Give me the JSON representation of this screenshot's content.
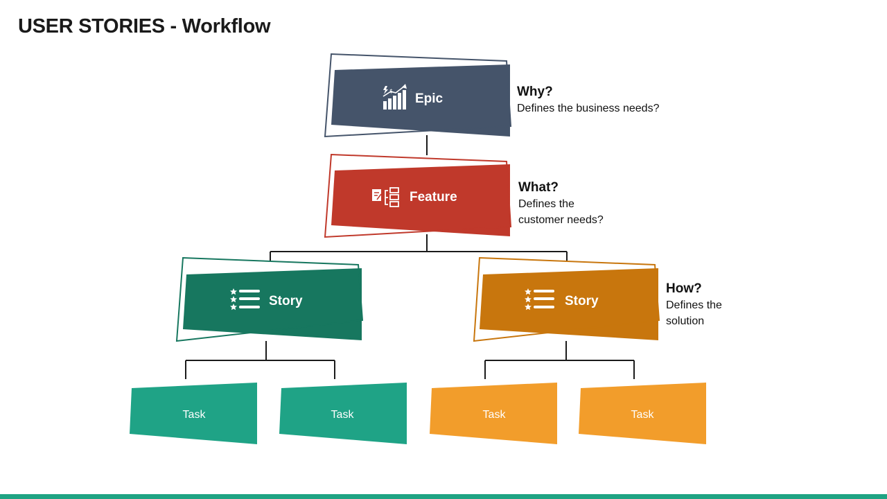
{
  "slide": {
    "title": "USER STORIES - Workflow"
  },
  "colors": {
    "epic": "#45546a",
    "feature": "#c0392b",
    "story_left": "#17775f",
    "story_right": "#c8760d",
    "task_left": "#1fa386",
    "task_right": "#f29d2b",
    "connector": "#1a1a1a",
    "bottom_bar": "#1fa383"
  },
  "nodes": {
    "epic": {
      "label": "Epic",
      "icon": "growth-chart-icon"
    },
    "feature": {
      "label": "Feature",
      "icon": "document-hierarchy-icon"
    },
    "story_left": {
      "label": "Story",
      "icon": "star-list-icon"
    },
    "story_right": {
      "label": "Story",
      "icon": "star-list-icon"
    }
  },
  "tasks": {
    "t1": "Task",
    "t2": "Task",
    "t3": "Task",
    "t4": "Task"
  },
  "annotations": {
    "why": {
      "question": "Why?",
      "description": "Defines the business needs?"
    },
    "what": {
      "question": "What?",
      "description": "Defines the\ncustomer needs?"
    },
    "how": {
      "question": "How?",
      "description": "Defines the\nsolution"
    }
  }
}
